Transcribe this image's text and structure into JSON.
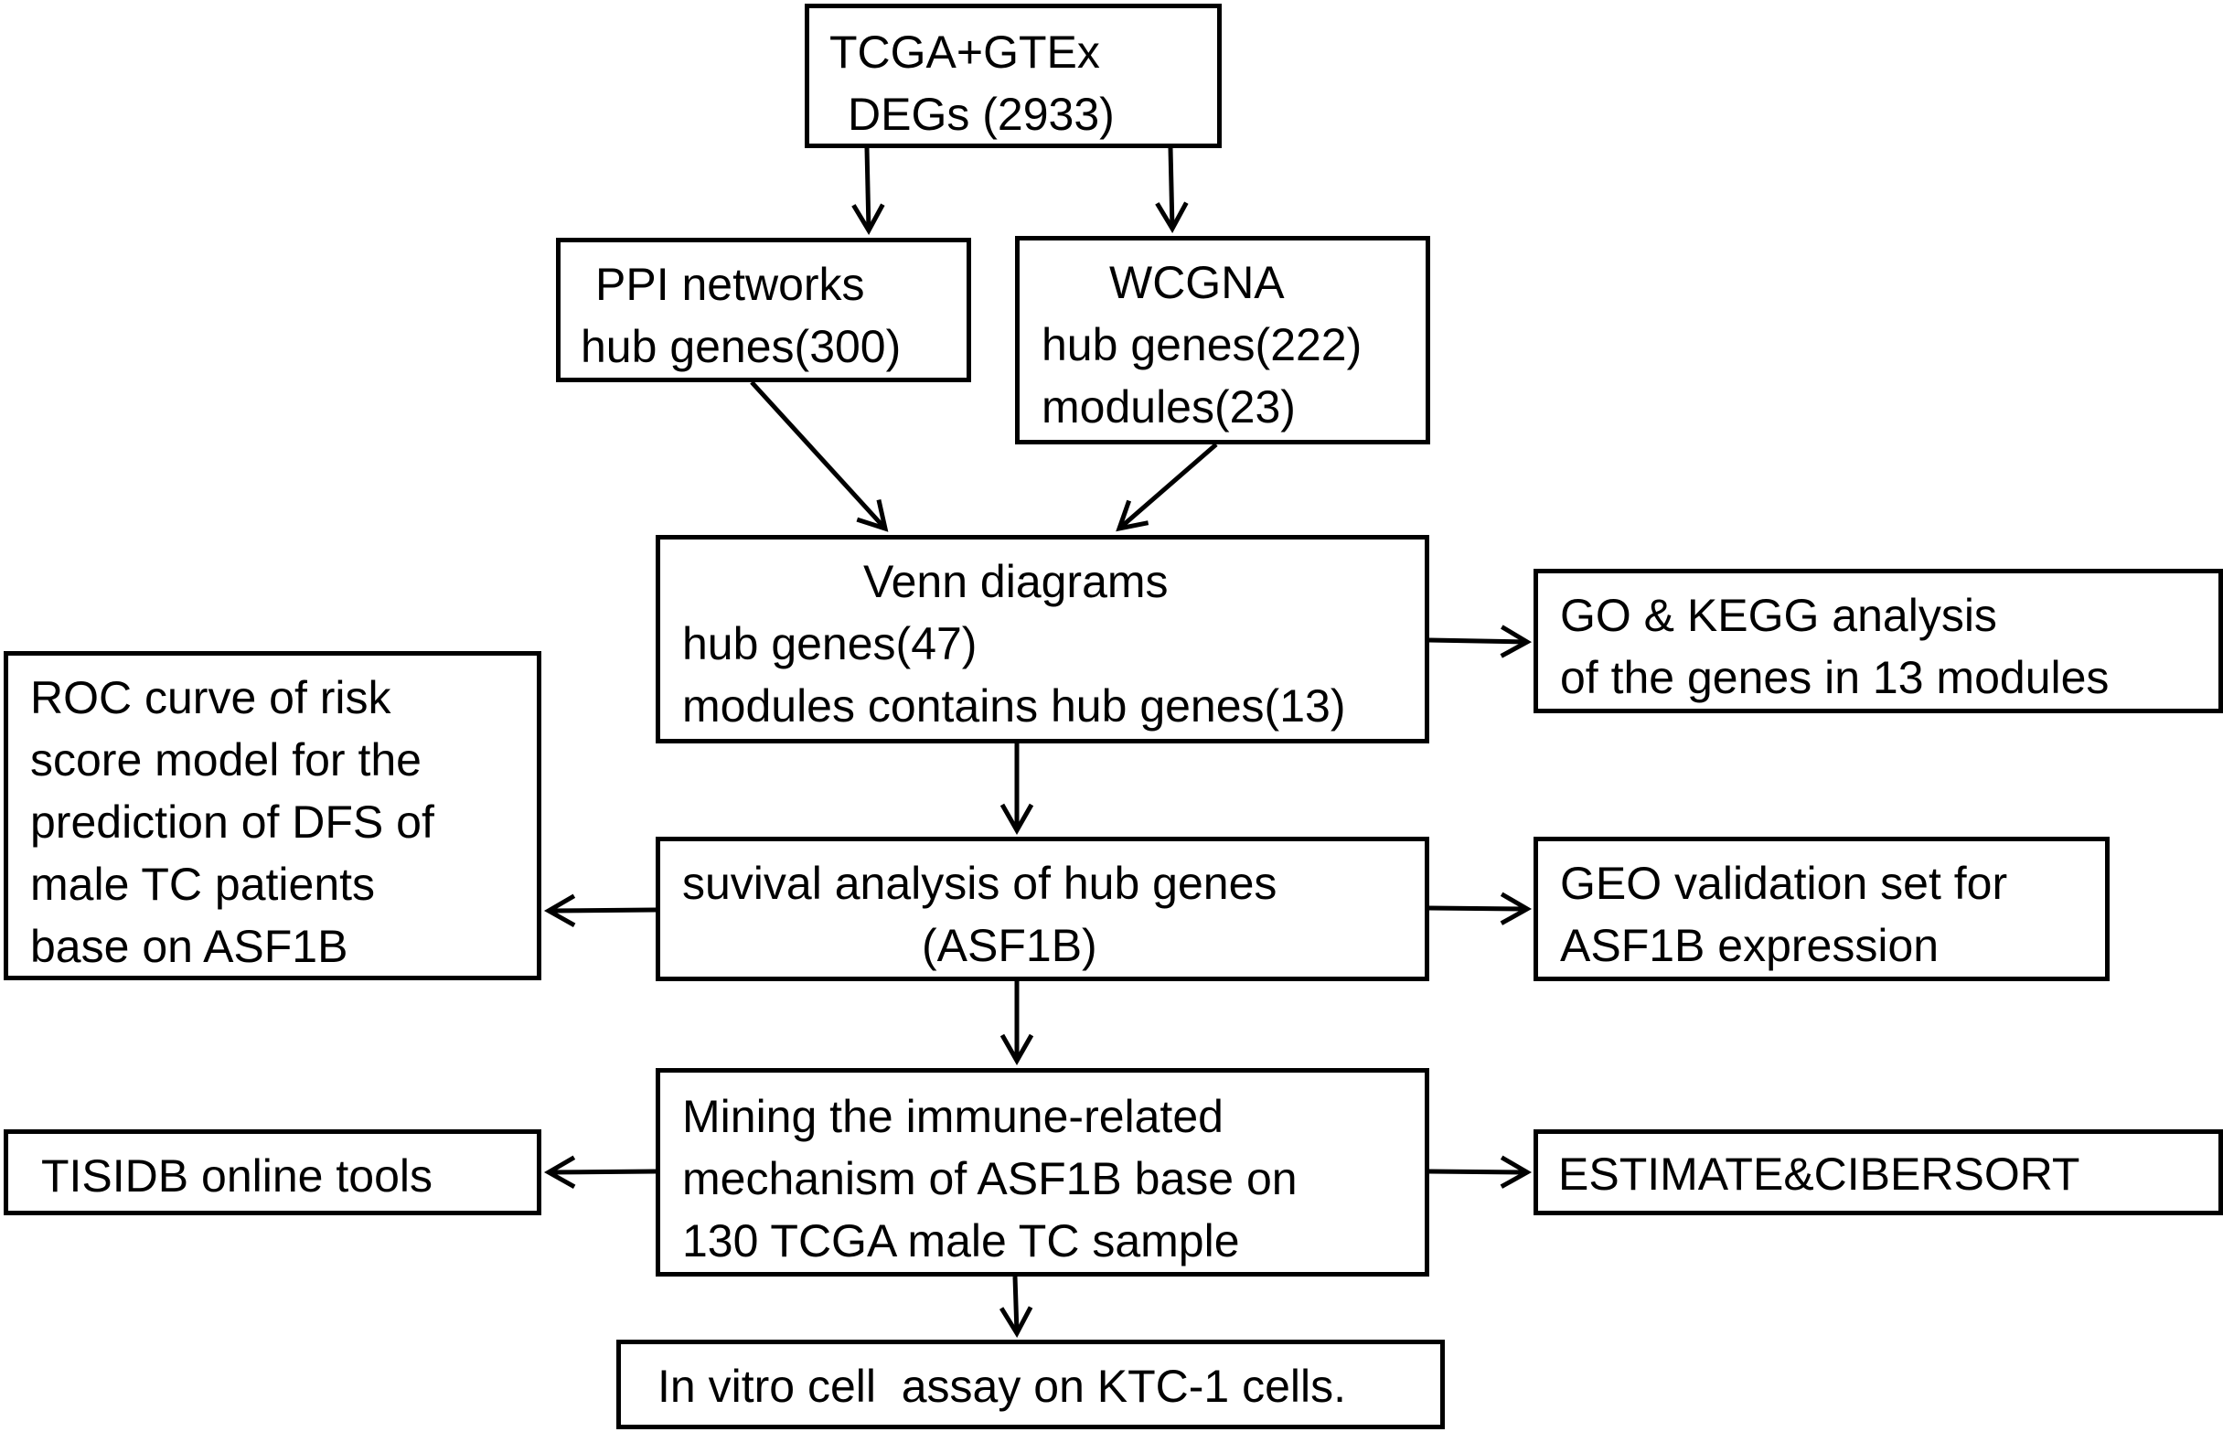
{
  "nodes": {
    "tcga": [
      "TCGA+GTEx",
      "DEGs (2933)"
    ],
    "ppi": [
      "PPI networks",
      "hub genes(300)"
    ],
    "wcgna": [
      "WCGNA",
      "hub genes(222)",
      "modules(23)"
    ],
    "venn": [
      "Venn diagrams",
      "hub genes(47)",
      "modules contains hub genes(13)"
    ],
    "go": [
      "GO & KEGG analysis",
      "of the genes in 13 modules"
    ],
    "roc": [
      "ROC curve of risk",
      "score model for the",
      "prediction of DFS of",
      "male TC patients",
      "base on ASF1B"
    ],
    "surv": [
      "suvival analysis of hub genes",
      "(ASF1B)"
    ],
    "geo": [
      "GEO validation set for",
      "ASF1B expression"
    ],
    "mining": [
      "Mining the immune-related",
      "mechanism of ASF1B base on",
      "130 TCGA male TC sample"
    ],
    "tisidb": [
      "TISIDB online tools"
    ],
    "estimate": [
      "ESTIMATE&CIBERSORT"
    ],
    "invitro": [
      "In vitro cell  assay on KTC-1 cells."
    ]
  },
  "colors": {
    "line": "#000000",
    "background": "#ffffff"
  }
}
